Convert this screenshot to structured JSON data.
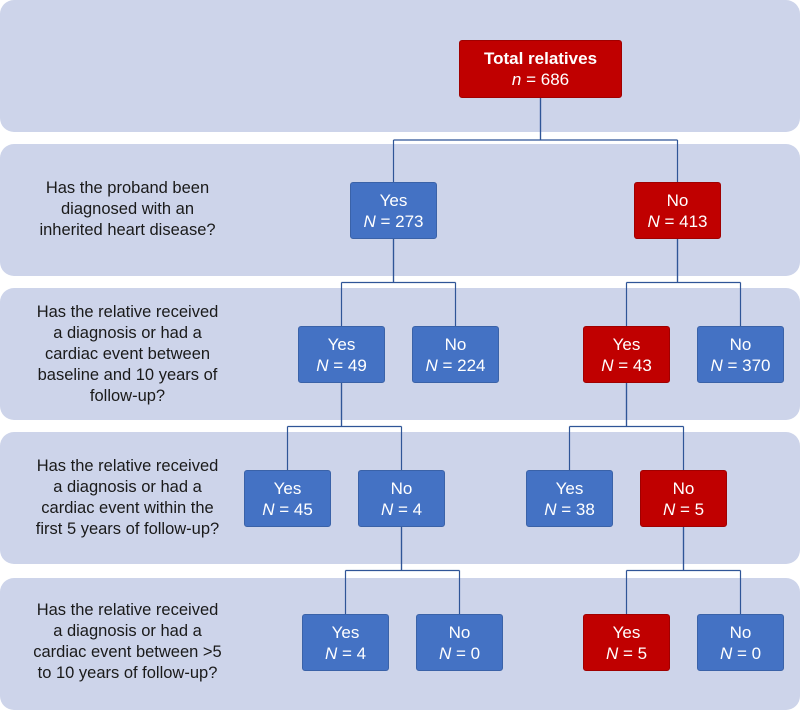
{
  "questions": {
    "q1": [
      "Has the proband been",
      "diagnosed with an",
      "inherited heart disease?"
    ],
    "q2": [
      "Has the relative received",
      "a diagnosis or had a",
      "cardiac event between",
      "baseline and 10 years of",
      "follow-up?"
    ],
    "q3": [
      "Has the relative received",
      "a diagnosis or had a",
      "cardiac event within the",
      "first 5 years of follow-up?"
    ],
    "q4": [
      "Has the relative received",
      "a diagnosis or had a",
      "cardiac event between >5",
      "to 10 years of follow-up?"
    ]
  },
  "nodes": {
    "root": {
      "label": "Total relatives",
      "var": "n",
      "value": "686",
      "color": "#c00000"
    },
    "l1_yes": {
      "label": "Yes",
      "var": "N",
      "value": "273",
      "color": "#4472c4"
    },
    "l1_no": {
      "label": "No",
      "var": "N",
      "value": "413",
      "color": "#c00000"
    },
    "l2_a_yes": {
      "label": "Yes",
      "var": "N",
      "value": "49",
      "color": "#4472c4"
    },
    "l2_a_no": {
      "label": "No",
      "var": "N",
      "value": "224",
      "color": "#4472c4"
    },
    "l2_b_yes": {
      "label": "Yes",
      "var": "N",
      "value": "43",
      "color": "#c00000"
    },
    "l2_b_no": {
      "label": "No",
      "var": "N",
      "value": "370",
      "color": "#4472c4"
    },
    "l3_a_yes": {
      "label": "Yes",
      "var": "N",
      "value": "45",
      "color": "#4472c4"
    },
    "l3_a_no": {
      "label": "No",
      "var": "N",
      "value": "4",
      "color": "#4472c4"
    },
    "l3_b_yes": {
      "label": "Yes",
      "var": "N",
      "value": "38",
      "color": "#4472c4"
    },
    "l3_b_no": {
      "label": "No",
      "var": "N",
      "value": "5",
      "color": "#c00000"
    },
    "l4_a_yes": {
      "label": "Yes",
      "var": "N",
      "value": "4",
      "color": "#4472c4"
    },
    "l4_a_no": {
      "label": "No",
      "var": "N",
      "value": "0",
      "color": "#4472c4"
    },
    "l4_b_yes": {
      "label": "Yes",
      "var": "N",
      "value": "5",
      "color": "#c00000"
    },
    "l4_b_no": {
      "label": "No",
      "var": "N",
      "value": "0",
      "color": "#4472c4"
    }
  },
  "edges": [
    [
      "root",
      "l1_yes"
    ],
    [
      "root",
      "l1_no"
    ],
    [
      "l1_yes",
      "l2_a_yes"
    ],
    [
      "l1_yes",
      "l2_a_no"
    ],
    [
      "l1_no",
      "l2_b_yes"
    ],
    [
      "l1_no",
      "l2_b_no"
    ],
    [
      "l2_a_yes",
      "l3_a_yes"
    ],
    [
      "l2_a_yes",
      "l3_a_no"
    ],
    [
      "l2_b_yes",
      "l3_b_yes"
    ],
    [
      "l2_b_yes",
      "l3_b_no"
    ],
    [
      "l3_a_no",
      "l4_a_yes"
    ],
    [
      "l3_a_no",
      "l4_a_no"
    ],
    [
      "l3_b_no",
      "l4_b_yes"
    ],
    [
      "l3_b_no",
      "l4_b_no"
    ]
  ]
}
